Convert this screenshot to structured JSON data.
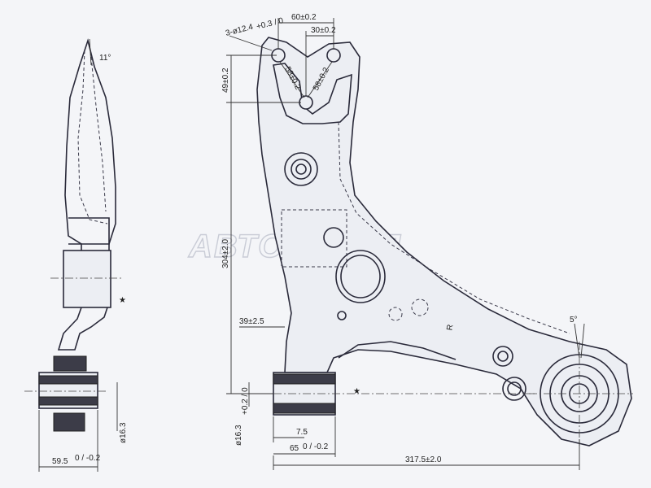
{
  "watermark": "АВТОТРЕЙД",
  "side_label": "R",
  "dimensions": {
    "angle_top": "11°",
    "holes": "3-ø12.4",
    "holes_tol": "+0.3 / 0",
    "hole_spacing_60": "60±0.2",
    "hole_spacing_30": "30±0.2",
    "diag_58_left": "58±0.2",
    "diag_58_right": "58±0.2",
    "height_49": "49±0.2",
    "height_304": "304±2.0",
    "offset_39": "39±2.5",
    "bushing_dia_front": "ø16.3",
    "bushing_dia_side": "ø16.3",
    "tol_plus_minus": "+0.2 / 0",
    "offset_7_5": "7.5",
    "length_65": "65",
    "length_65_tol": "0 / -0.2",
    "length_317": "317.5±2.0",
    "width_59": "59.5",
    "width_59_tol": "0 / -0.2",
    "angle_5": "5°"
  }
}
